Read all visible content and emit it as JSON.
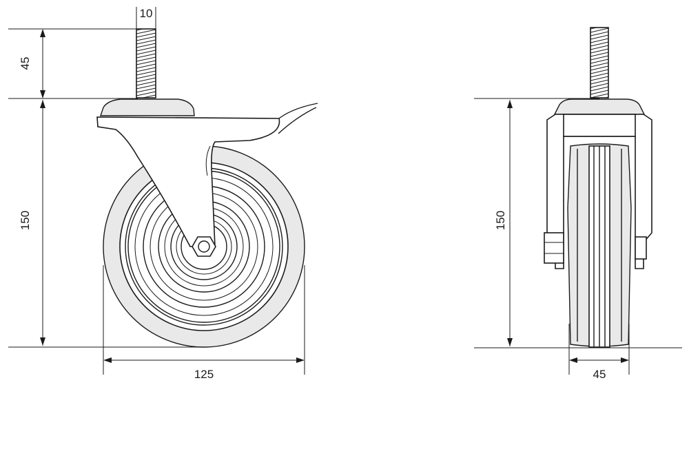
{
  "side_view": {
    "dimensions": {
      "stem_diameter": "10",
      "stem_length": "45",
      "overall_height": "150",
      "wheel_diameter": "125"
    }
  },
  "front_view": {
    "dimensions": {
      "overall_height": "150",
      "wheel_width": "45"
    }
  }
}
